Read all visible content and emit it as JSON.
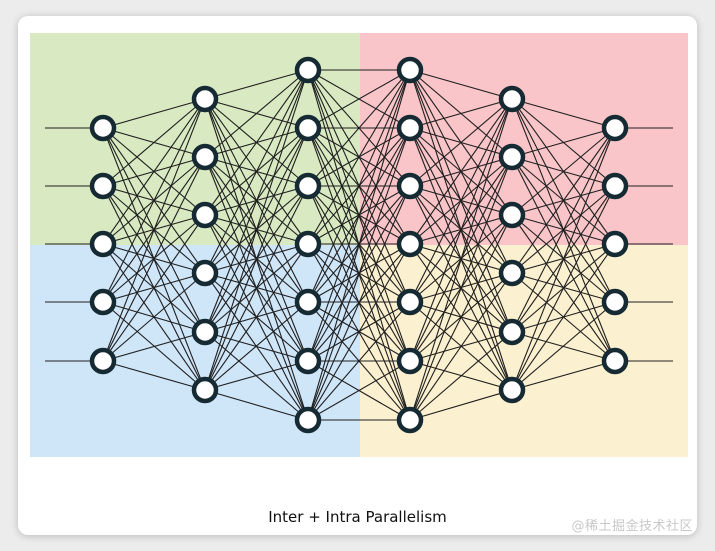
{
  "caption": "Inter + Intra Parallelism",
  "watermark": "@稀土掘金技术社区",
  "colors": {
    "top_left": "#d9eac2",
    "top_right": "#f9c5c9",
    "bottom_left": "#cfe5f8",
    "bottom_right": "#fbf0cf",
    "edge": "#1f1f1f",
    "node_stroke": "#152a32",
    "node_fill": "#ffffff"
  },
  "network": {
    "layers": [
      {
        "name": "layer-1",
        "nodes": 5,
        "incoming_stubs": true
      },
      {
        "name": "layer-2",
        "nodes": 6
      },
      {
        "name": "layer-3",
        "nodes": 7
      },
      {
        "name": "layer-4",
        "nodes": 7
      },
      {
        "name": "layer-5",
        "nodes": 6
      },
      {
        "name": "layer-6",
        "nodes": 5,
        "outgoing_stubs": true
      }
    ]
  }
}
